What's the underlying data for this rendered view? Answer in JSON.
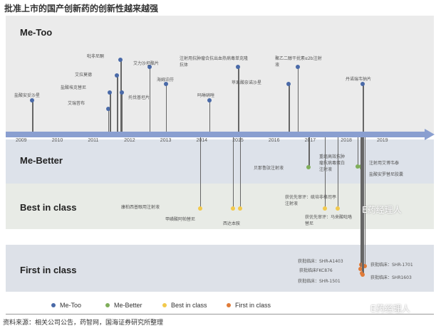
{
  "title": "批准上市的国产创新药的创新性越来越强",
  "categories": {
    "me_too": "Me-Too",
    "me_better": "Me-Better",
    "best": "Best in class",
    "first": "First in class"
  },
  "years": [
    "2009",
    "2010",
    "2011",
    "2012",
    "2013",
    "2014",
    "2015",
    "2016",
    "2017",
    "2018",
    "2019"
  ],
  "colors": {
    "me_too": "#4a6aa8",
    "me_better": "#7fae5a",
    "best": "#f2c94c",
    "first": "#e07b39",
    "axis": "#8a9fd0"
  },
  "drugs": [
    {
      "cat": "me_too",
      "year": 2009.3,
      "label": "盐酸安妥沙星"
    },
    {
      "cat": "me_too",
      "year": 2011.4,
      "label": "艾瑞昔布"
    },
    {
      "cat": "me_too",
      "year": 2011.45,
      "label": "盐酸埃克替尼"
    },
    {
      "cat": "me_too",
      "year": 2011.65,
      "label": "艾拉莫德"
    },
    {
      "cat": "me_too",
      "year": 2011.75,
      "label": "吡非尼酮"
    },
    {
      "cat": "me_too",
      "year": 2011.78,
      "label": "托伐普坦片"
    },
    {
      "cat": "me_too",
      "year": 2012.55,
      "label": "艾力沙坦酯片"
    },
    {
      "cat": "me_too",
      "year": 2013.0,
      "label": "海姆泊芬"
    },
    {
      "cat": "me_too",
      "year": 2014.2,
      "label": "吗啉硝唑"
    },
    {
      "cat": "me_too",
      "year": 2015.0,
      "label": "注射用抗肿瘤合抗出血热病毒单克隆\n抗体"
    },
    {
      "cat": "me_too",
      "year": 2016.65,
      "label": "聚乙二醇干扰素α2b注射\n液"
    },
    {
      "cat": "me_too",
      "year": 2016.4,
      "label": "苹果酸奈诺沙星"
    },
    {
      "cat": "me_too",
      "year": 2018.45,
      "label": "丹诺瑞韦钠片"
    },
    {
      "cat": "me_better",
      "year": 2016.95,
      "label": "贝那鲁肽注射液"
    },
    {
      "cat": "me_better",
      "year": 2018.3,
      "label": "重组高效抗肿\n瘤抗病毒蛋白\n注射液"
    },
    {
      "cat": "me_better",
      "year": 2018.4,
      "label": "注射用艾博韦泰"
    },
    {
      "cat": "me_better",
      "year": 2018.42,
      "label": "盐酸安罗替尼胶囊"
    },
    {
      "cat": "best",
      "year": 2013.95,
      "label": "康柏西普眼用注射液"
    },
    {
      "cat": "best",
      "year": 2014.85,
      "label": "甲磺酸阿帕替尼"
    },
    {
      "cat": "best",
      "year": 2015.05,
      "label": "西达本胺"
    },
    {
      "cat": "best",
      "year": 2017.4,
      "label": "获优先审评：硫培非格司亭\n注射液"
    },
    {
      "cat": "best",
      "year": 2017.75,
      "label": "获优先审评：马来酸吡咯\n替尼"
    },
    {
      "cat": "first",
      "year": 2018.4,
      "label": "获批临床：SHR-A1403"
    },
    {
      "cat": "first",
      "year": 2018.38,
      "label": "获批临床FKC876"
    },
    {
      "cat": "first",
      "year": 2018.42,
      "label": "获批临床：SHR-1501"
    },
    {
      "cat": "first",
      "year": 2018.5,
      "label": "获批临床：SHR-1701"
    },
    {
      "cat": "first",
      "year": 2018.45,
      "label": "获批临床：SHR1603"
    }
  ],
  "legend": [
    "Me-Too",
    "Me-Better",
    "Best in class",
    "First in class"
  ],
  "source": "资料来源：相关公司公告，药智网，国海证券研究所整理",
  "watermark": "E药经理人"
}
